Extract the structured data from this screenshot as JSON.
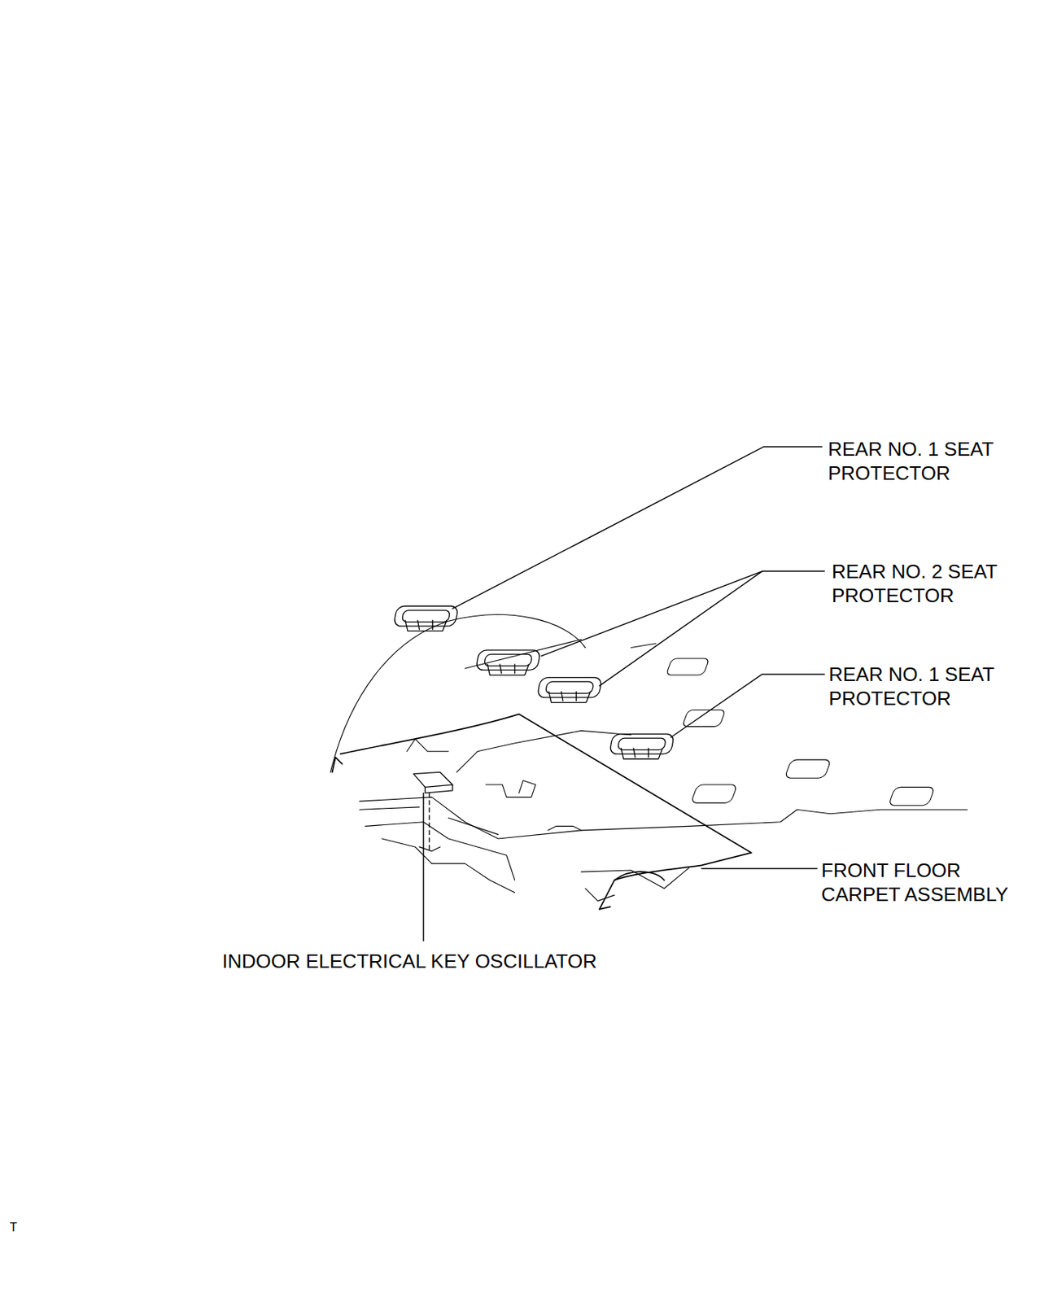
{
  "diagram": {
    "labels": [
      "REAR NO. 1 SEAT PROTECTOR",
      "REAR NO. 2 SEAT PROTECTOR",
      "REAR NO. 1 SEAT PROTECTOR",
      "FRONT FLOOR CARPET ASSEMBLY",
      "INDOOR ELECTRICAL KEY OSCILLATOR",
      "T"
    ]
  }
}
